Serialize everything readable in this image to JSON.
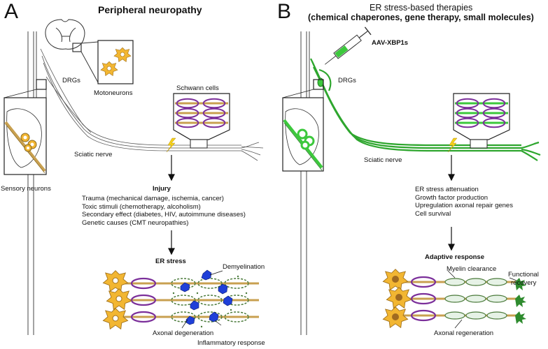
{
  "panel_a": {
    "letter": "A",
    "title": "Peripheral neuropathy",
    "labels": {
      "drgs": "DRGs",
      "motoneurons": "Motoneurons",
      "schwann_cells": "Schwann cells",
      "sciatic_nerve": "Sciatic nerve",
      "sensory_neurons": "Sensory neurons",
      "er_stress": "ER stress",
      "demyelination": "Demyelination",
      "axonal_degeneration": "Axonal degeneration",
      "inflammatory_response": "Inflammatory response"
    },
    "injury": {
      "heading": "Injury",
      "items": [
        "Trauma (mechanical damage, ischemia, cancer)",
        "Toxic stimuli (chemotherapy, alcoholism)",
        "Secondary effect (diabetes, HIV, autoimmune diseases)",
        "Genetic causes (CMT neuropathies)"
      ]
    }
  },
  "panel_b": {
    "letter": "B",
    "title_line1": "ER stress-based therapies",
    "title_line2": "(chemical chaperones, gene therapy, small molecules)",
    "labels": {
      "aav": "AAV-XBP1s",
      "drgs": "DRGs",
      "sciatic_nerve": "Sciatic nerve",
      "adaptive_response": "Adaptive response",
      "myelin_clearance": "Myelin clearance",
      "functional_recovery_1": "Functional",
      "functional_recovery_2": "recovery",
      "axonal_regeneration": "Axonal regeneration"
    },
    "effects": [
      "ER stress attenuation",
      "Growth factor production",
      "Upregulation axonal repair genes",
      "Cell survival"
    ]
  },
  "colors": {
    "neuron_yellow": "#f2b632",
    "myelin_purple": "#7b2f9a",
    "axon_tan": "#c8a050",
    "therapy_green": "#3cc83c",
    "immune_blue": "#1f3fd8",
    "degenerating_green": "#4a7a3a",
    "lightning": "#f6d21c"
  }
}
